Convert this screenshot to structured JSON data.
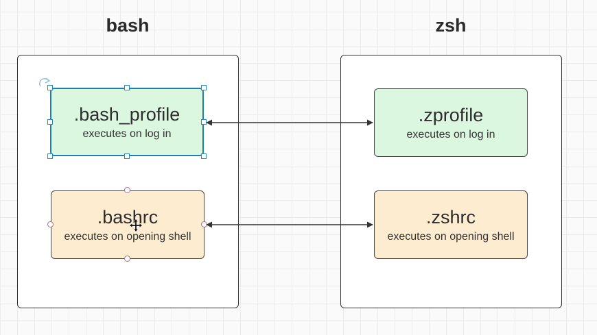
{
  "columns": {
    "bash": {
      "title": "bash",
      "top_node": {
        "name": ".bash_profile",
        "desc": "executes on log in"
      },
      "bottom_node": {
        "name": ".bashrc",
        "desc": "executes on opening shell"
      }
    },
    "zsh": {
      "title": "zsh",
      "top_node": {
        "name": ".zprofile",
        "desc": "executes on log in"
      },
      "bottom_node": {
        "name": ".zshrc",
        "desc": "executes on opening shell"
      }
    }
  },
  "colors": {
    "login_fill": "#dcf7df",
    "shell_fill": "#fdecd0",
    "selection": "#1e7fb0",
    "connector": "#333333"
  },
  "icons": {
    "rotate_handle": "rotate-icon",
    "cursor": "move-cursor-icon"
  }
}
